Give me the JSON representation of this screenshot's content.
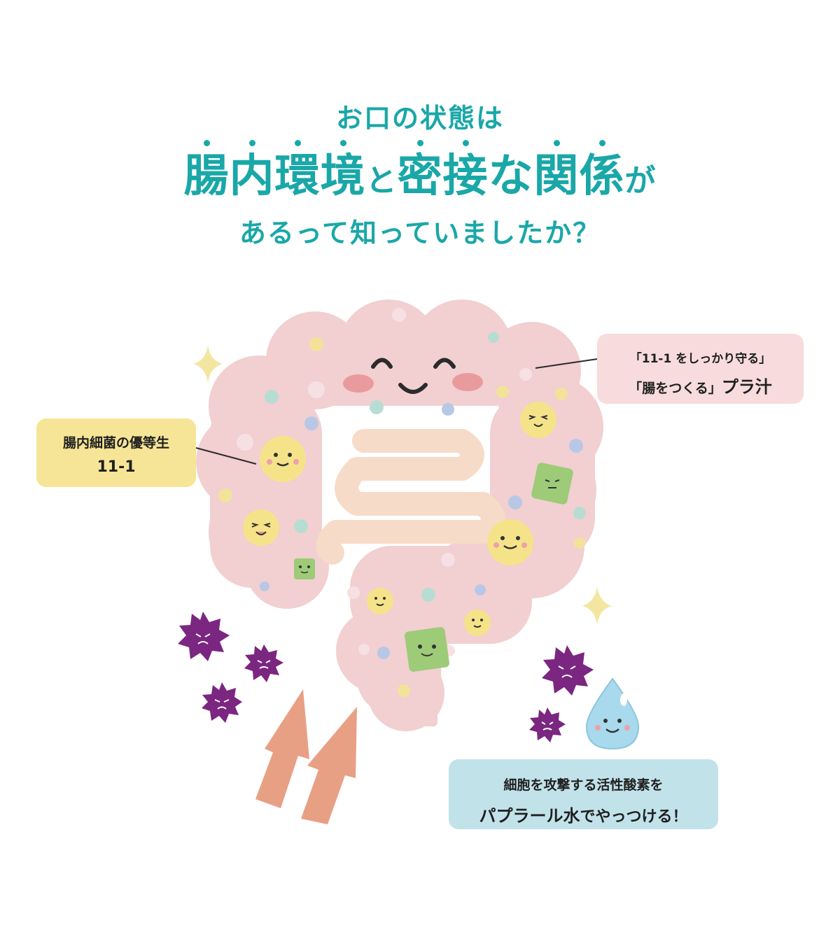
{
  "headline": {
    "line1": "お口の状態は",
    "line2_a": "腸内環境",
    "line2_b": "と",
    "line2_c": "密接",
    "line2_d": "な",
    "line2_e": "関係",
    "line2_f": "が",
    "line3": "あるって知っていましたか？"
  },
  "labels": {
    "left": {
      "line1": "腸内細菌の優等生",
      "line2": "11-1"
    },
    "right": {
      "line1": "「11-1 をしっかり守る」",
      "line2_a": "「腸をつくる」",
      "line2_b": "プラ汁"
    },
    "bottom": {
      "line1": "細胞を攻撃する活性酸素を",
      "line2_a": "パプラール水",
      "line2_b": "でやっつける！"
    }
  },
  "colors": {
    "accent": "#1aa7a8",
    "intestine": "#f2cfd1",
    "small_intestine": "#f6dcc8",
    "label_yellow": "#f6e596",
    "label_pink": "#f7dbdd",
    "label_blue": "#c2e2ea",
    "virus": "#7b2680",
    "arrow": "#e8a085",
    "sparkle": "#f3e6a0",
    "water_drop": "#a9d9ec"
  },
  "icons": [
    "sparkle-icon",
    "virus-icon",
    "water-drop-icon",
    "up-arrow-icon",
    "bacteria-icon"
  ]
}
